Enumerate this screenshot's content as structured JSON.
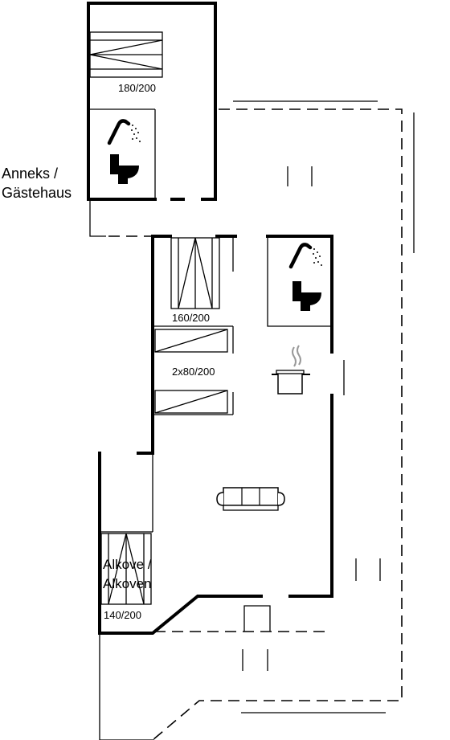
{
  "labels": {
    "annex_line1": "Anneks /",
    "annex_line2": "Gästehaus",
    "bed_annex": "180/200",
    "bed_main": "160/200",
    "bed_bunks": "2x80/200",
    "alcove_line1": "Alkove /",
    "alcove_line2": "Alkoven",
    "bed_alcove": "140/200"
  },
  "icons": [
    "shower-icon",
    "toilet-icon",
    "cooking-pot-icon",
    "sofa-icon",
    "bed-icon"
  ]
}
